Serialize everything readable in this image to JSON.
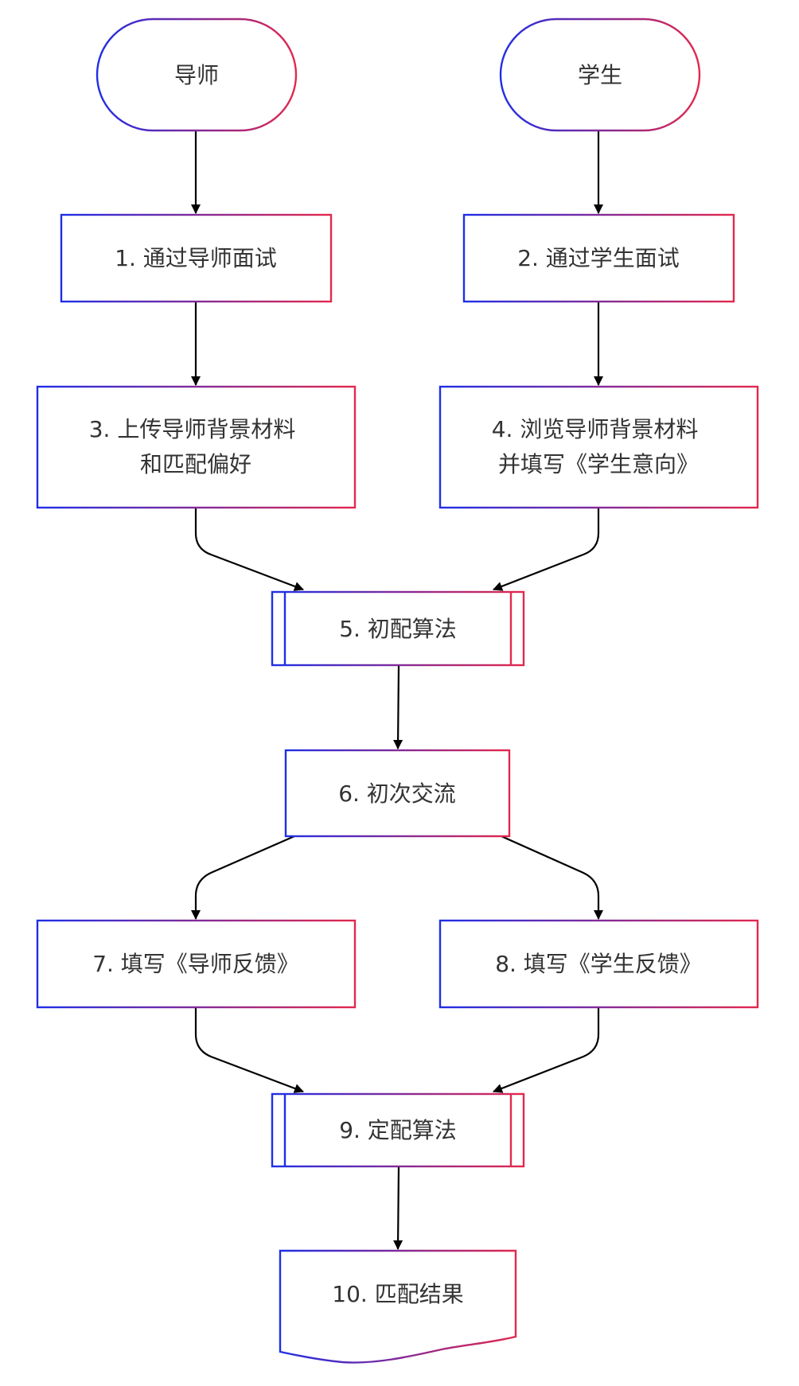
{
  "theme": {
    "gradient_start": "#1f2ee6",
    "gradient_end": "#e3284e",
    "edge_color": "#000000",
    "text_color": "#333333"
  },
  "nodes": {
    "mentor": {
      "label": "导师",
      "shape": "stadium"
    },
    "student": {
      "label": "学生",
      "shape": "stadium"
    },
    "n1": {
      "label": "1. 通过导师面试",
      "shape": "rect"
    },
    "n2": {
      "label": "2. 通过学生面试",
      "shape": "rect"
    },
    "n3": {
      "lines": [
        "3. 上传导师背景材料",
        "和匹配偏好"
      ],
      "shape": "rect"
    },
    "n4": {
      "lines": [
        "4. 浏览导师背景材料",
        "并填写《学生意向》"
      ],
      "shape": "rect"
    },
    "n5": {
      "label": "5. 初配算法",
      "shape": "subroutine"
    },
    "n6": {
      "label": "6. 初次交流",
      "shape": "rect"
    },
    "n7": {
      "label": "7. 填写《导师反馈》",
      "shape": "rect"
    },
    "n8": {
      "label": "8. 填写《学生反馈》",
      "shape": "rect"
    },
    "n9": {
      "label": "9. 定配算法",
      "shape": "subroutine"
    },
    "n10": {
      "label": "10. 匹配结果",
      "shape": "document"
    }
  },
  "edges": [
    {
      "from": "mentor",
      "to": "n1"
    },
    {
      "from": "student",
      "to": "n2"
    },
    {
      "from": "n1",
      "to": "n3"
    },
    {
      "from": "n2",
      "to": "n4"
    },
    {
      "from": "n3",
      "to": "n5"
    },
    {
      "from": "n4",
      "to": "n5"
    },
    {
      "from": "n5",
      "to": "n6"
    },
    {
      "from": "n6",
      "to": "n7"
    },
    {
      "from": "n6",
      "to": "n8"
    },
    {
      "from": "n7",
      "to": "n9"
    },
    {
      "from": "n8",
      "to": "n9"
    },
    {
      "from": "n9",
      "to": "n10"
    }
  ]
}
